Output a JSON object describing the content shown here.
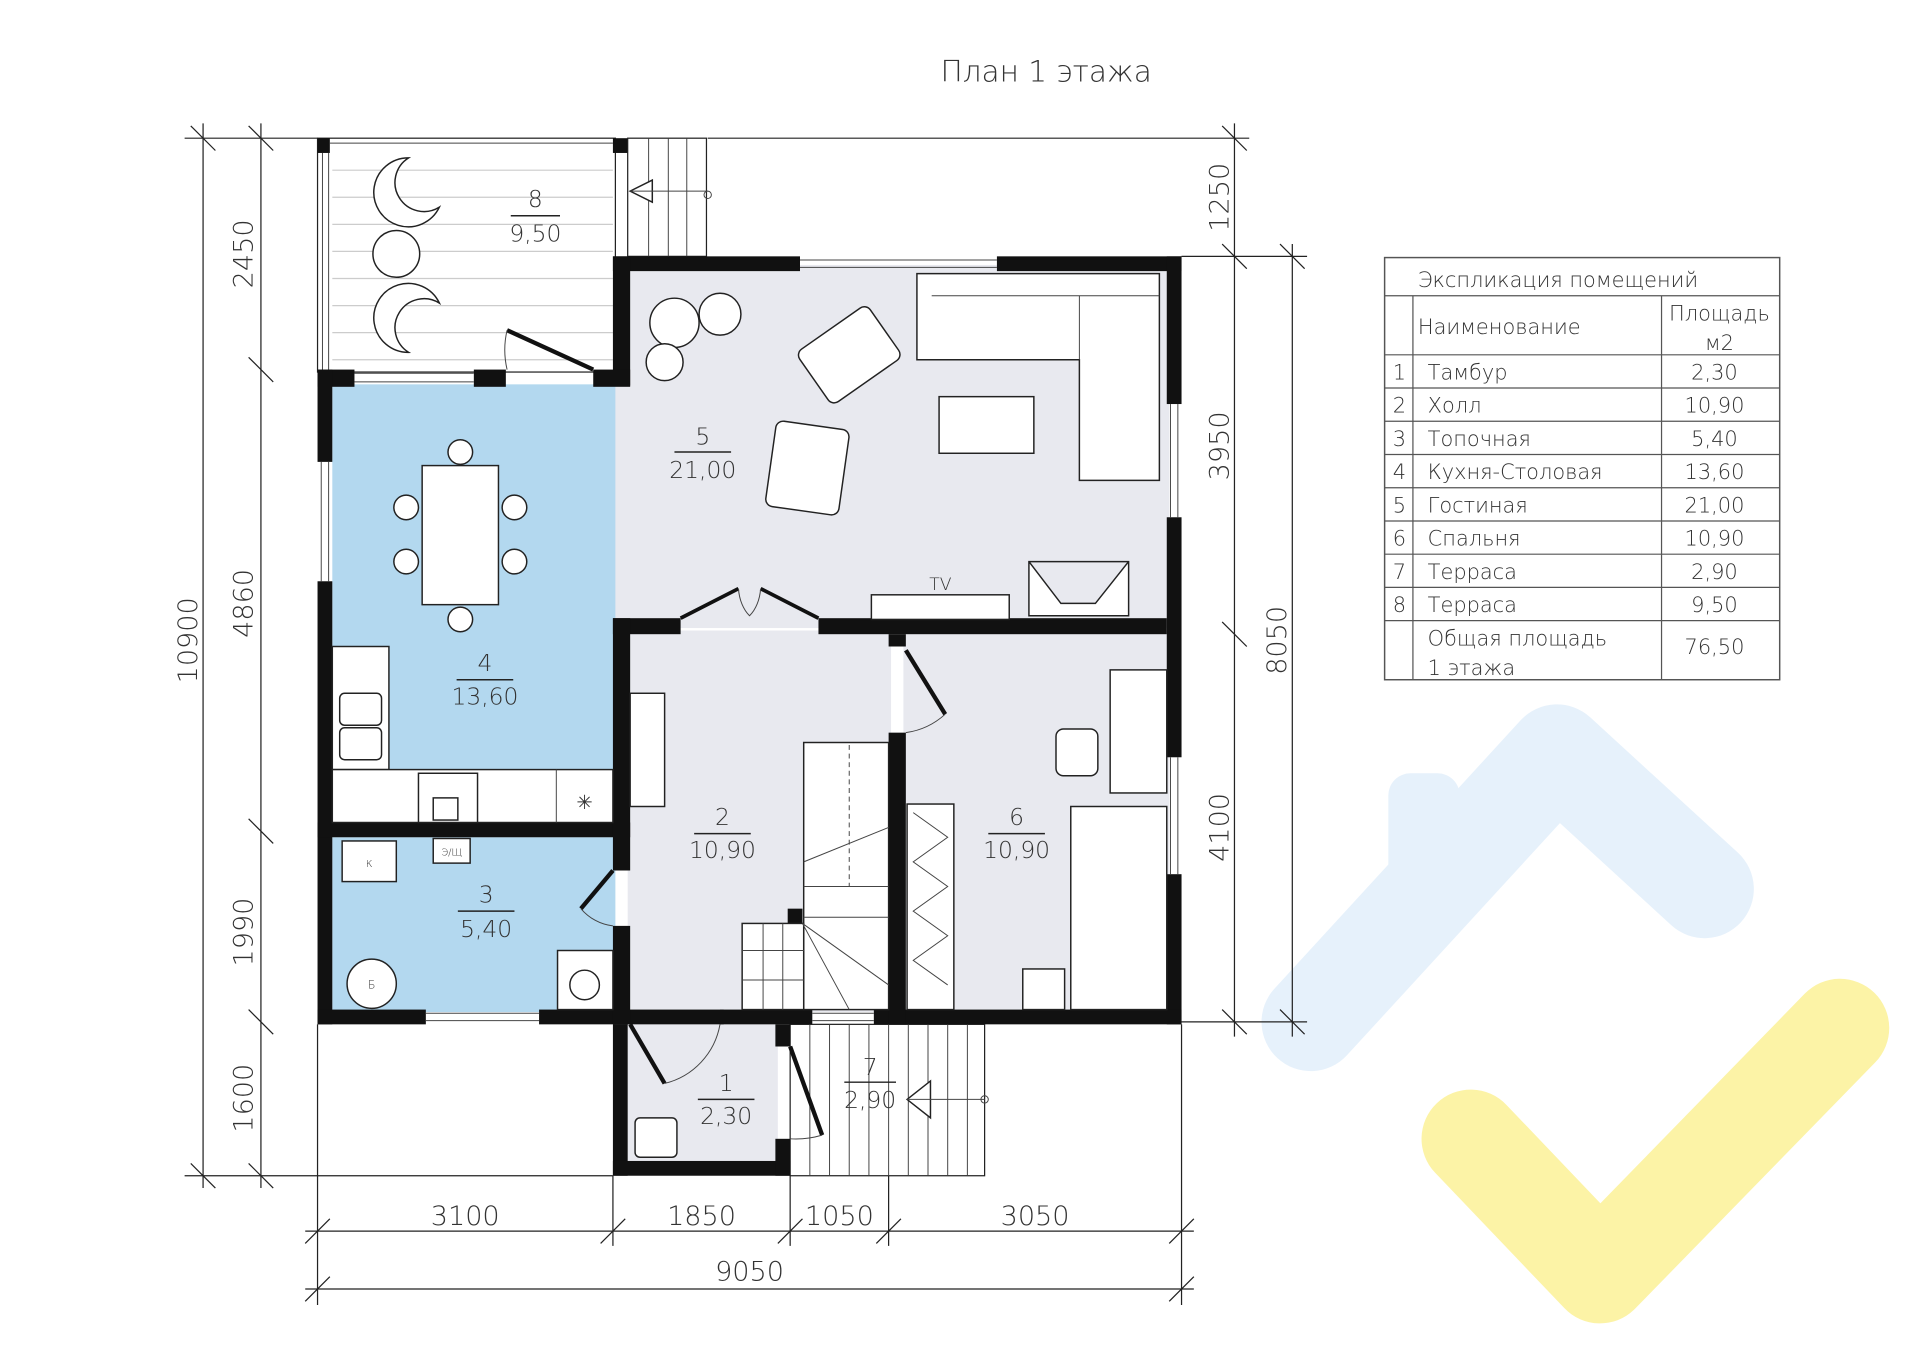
{
  "title": "План 1 этажа",
  "rooms": [
    {
      "num": "1",
      "area": "2,30"
    },
    {
      "num": "2",
      "area": "10,90"
    },
    {
      "num": "3",
      "area": "5,40"
    },
    {
      "num": "4",
      "area": "13,60"
    },
    {
      "num": "5",
      "area": "21,00"
    },
    {
      "num": "6",
      "area": "10,90"
    },
    {
      "num": "7",
      "area": "2,90"
    },
    {
      "num": "8",
      "area": "9,50"
    }
  ],
  "labels": {
    "tv": "TV",
    "boiler": "К",
    "panel": "Э/Щ",
    "tank": "Б"
  },
  "dimensions": {
    "left_outer": "10900",
    "left_inner": [
      "2450",
      "4860",
      "1990",
      "1600"
    ],
    "right_inner": [
      "1250",
      "3950",
      "4100"
    ],
    "right_outer": "8050",
    "bottom_inner": [
      "3100",
      "1850",
      "1050",
      "3050"
    ],
    "bottom_outer": "9050"
  },
  "table": {
    "title": "Экспликация помещений",
    "col_name": "Наименование",
    "col_area_1": "Площадь",
    "col_area_2": "м2",
    "rows": [
      {
        "n": "1",
        "name": "Тамбур",
        "area": "2,30"
      },
      {
        "n": "2",
        "name": "Холл",
        "area": "10,90"
      },
      {
        "n": "3",
        "name": "Топочная",
        "area": "5,40"
      },
      {
        "n": "4",
        "name": "Кухня-Столовая",
        "area": "13,60"
      },
      {
        "n": "5",
        "name": "Гостиная",
        "area": "21,00"
      },
      {
        "n": "6",
        "name": "Спальня",
        "area": "10,90"
      },
      {
        "n": "7",
        "name": "Терраса",
        "area": "2,90"
      },
      {
        "n": "8",
        "name": "Терраса",
        "area": "9,50"
      }
    ],
    "total_1": "Общая площадь",
    "total_2": "1 этажа",
    "total_area": "76,50"
  },
  "colors": {
    "wet_zone": "#b3d8ef",
    "room": "#e8e9ef",
    "logo_blue": "#e6f1fb",
    "logo_yellow": "#fcf3a6"
  }
}
